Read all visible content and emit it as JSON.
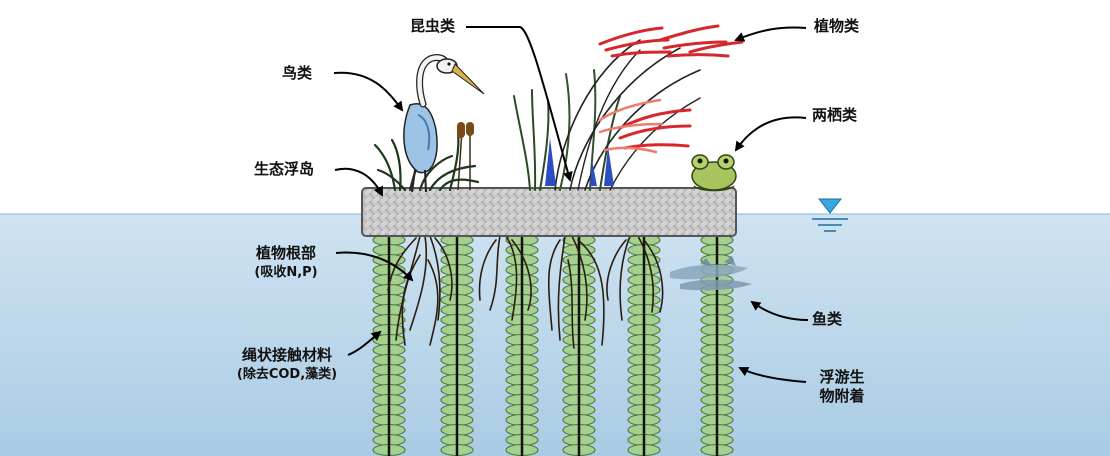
{
  "labels": {
    "insects": "昆虫类",
    "plants": "植物类",
    "birds": "鸟类",
    "amphibians": "两栖类",
    "floating_island": "生态浮岛",
    "plant_roots": "植物根部",
    "plant_roots_note": "(吸收N,P)",
    "rope_material": "绳状接触材料",
    "rope_material_note": "(除去COD,藻类)",
    "fish": "鱼类",
    "plankton_line1": "浮游生",
    "plankton_line2": "物附着"
  },
  "colors": {
    "water_top": "#cfe3f1",
    "water_bottom": "#a9cbe4",
    "island": "#cfcfcf",
    "rope": "#9fca8a",
    "arrow": "#000000",
    "plume": "#d7262c"
  },
  "icons": [
    "water-level-icon",
    "heron-icon",
    "frog-icon",
    "fish-school-icon",
    "reed-icon"
  ]
}
